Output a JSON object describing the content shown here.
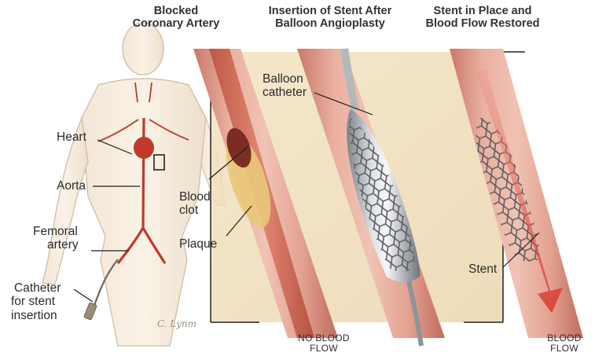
{
  "headings": {
    "blocked": [
      "Blocked",
      "Coronary Artery"
    ],
    "insertion": [
      "Insertion of Stent After",
      "Balloon Angioplasty"
    ],
    "restored": [
      "Stent in Place and",
      "Blood Flow Restored"
    ]
  },
  "labels": {
    "heart": "Heart",
    "aorta": "Aorta",
    "femoral": [
      "Femoral",
      "artery"
    ],
    "catheter": [
      "Catheter",
      "for stent",
      "insertion"
    ],
    "blood_clot": [
      "Blood",
      "clot"
    ],
    "plaque": "Plaque",
    "balloon_catheter": [
      "Balloon",
      "catheter"
    ],
    "stent": "Stent"
  },
  "flow": {
    "none": [
      "NO BLOOD",
      "FLOW"
    ],
    "blood": [
      "BLOOD",
      "FLOW"
    ]
  },
  "signature": "C. Lynm",
  "colors": {
    "vessel_wall": "#d98c7c",
    "vessel_inner": "#c76655",
    "plaque": "#e8c878",
    "tissue": "#efdcb4",
    "blood": "#d8362a",
    "stent_mesh": "#6f6f70",
    "balloon": "#a9aeb4"
  }
}
